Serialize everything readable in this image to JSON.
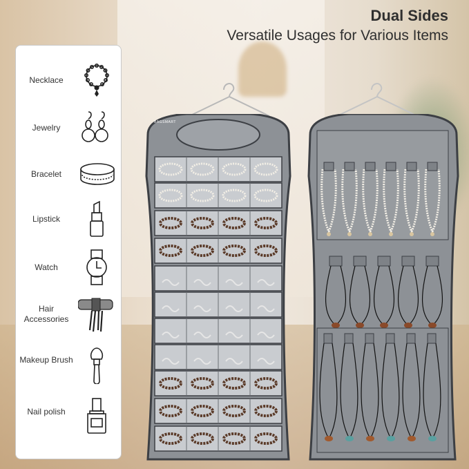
{
  "headline": {
    "title": "Dual Sides",
    "subtitle": "Versatile Usages for Various Items"
  },
  "items": [
    {
      "label": "Necklace",
      "icon": "necklace-icon"
    },
    {
      "label": "Jewelry",
      "icon": "earrings-icon"
    },
    {
      "label": "Bracelet",
      "icon": "bracelet-icon"
    },
    {
      "label": "Lipstick",
      "icon": "lipstick-icon"
    },
    {
      "label": "Watch",
      "icon": "watch-icon"
    },
    {
      "label": "Hair Accessories",
      "icon": "hair-clip-icon"
    },
    {
      "label": "Makeup Brush",
      "icon": "makeup-brush-icon"
    },
    {
      "label": "Nail polish",
      "icon": "nail-polish-icon"
    }
  ],
  "brand": "BAGSMART",
  "colors": {
    "organizer": "#8d9196",
    "organizer_trim": "#3c3f44",
    "pocket": "#c9ccd0",
    "icon": "#222222"
  }
}
